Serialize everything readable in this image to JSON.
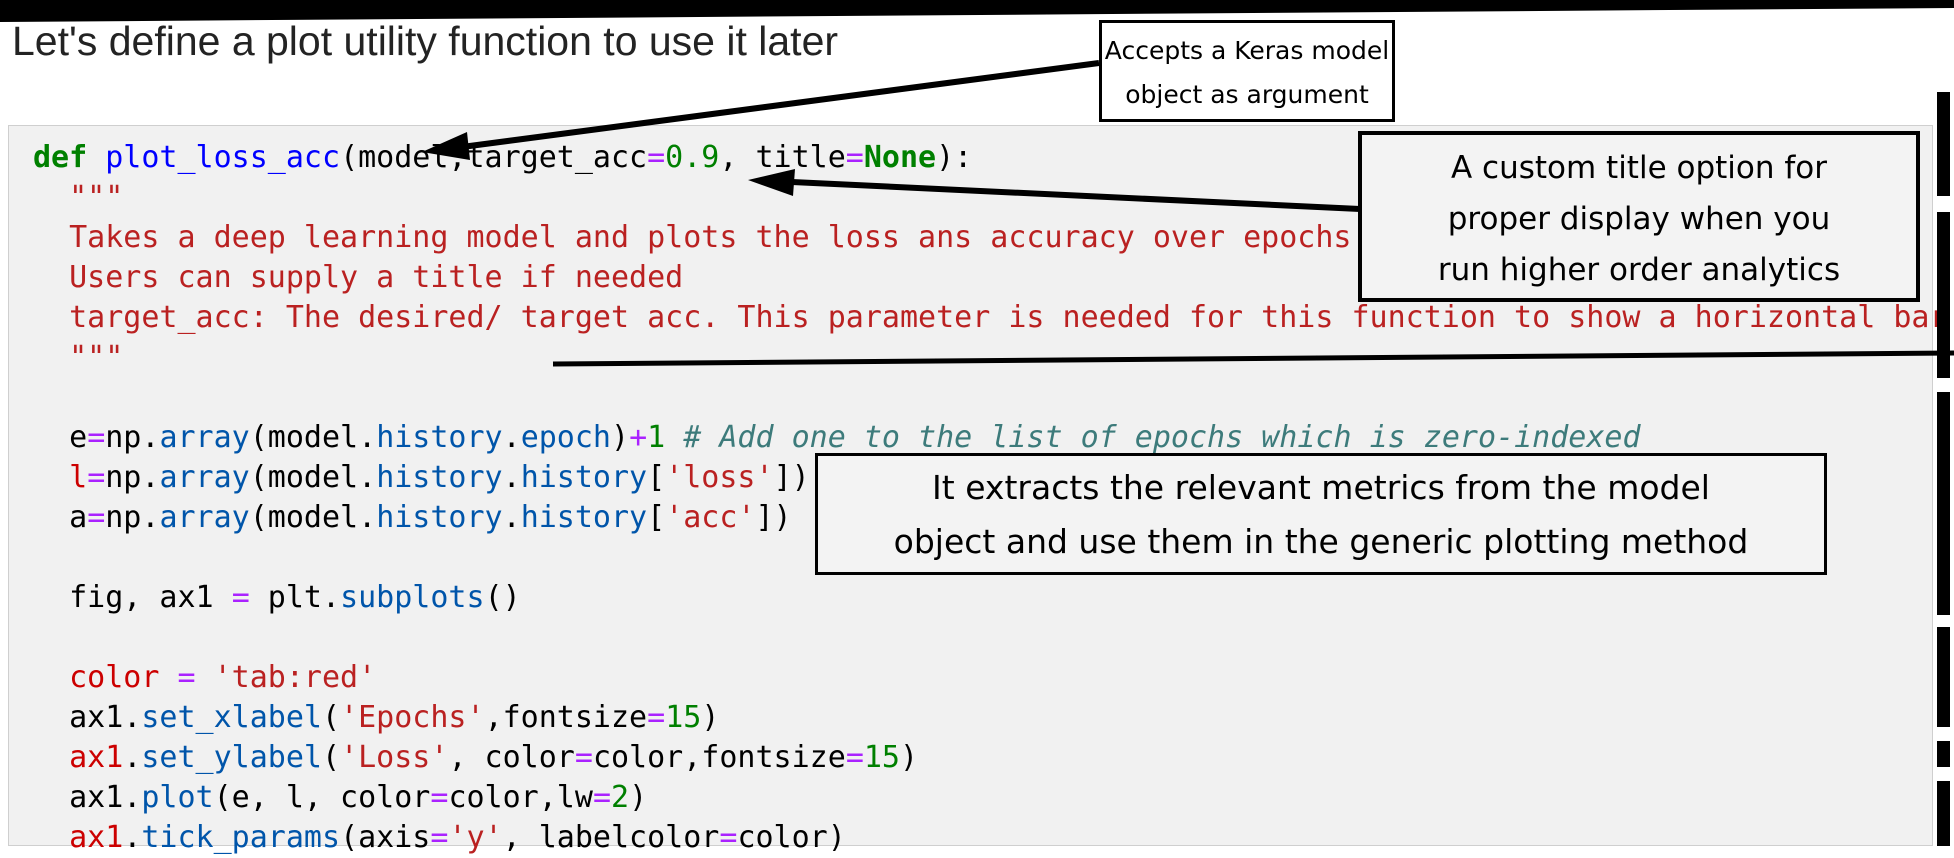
{
  "title": "Let's define a plot utility function to use it later",
  "annotations": {
    "box1": {
      "lines": [
        "Accepts a Keras model",
        "object as argument"
      ]
    },
    "box2": {
      "lines": [
        "A custom title option for",
        "proper display when you",
        "run higher order analytics"
      ]
    },
    "box3": {
      "lines": [
        "It extracts the relevant metrics from the model",
        "object and use them in the generic plotting method"
      ]
    }
  },
  "code": {
    "lines": [
      [
        [
          "kw",
          "def"
        ],
        [
          "p",
          " "
        ],
        [
          "def",
          "plot_loss_acc"
        ],
        [
          "p",
          "(model,target_acc"
        ],
        [
          "op",
          "="
        ],
        [
          "num",
          "0.9"
        ],
        [
          "p",
          ", title"
        ],
        [
          "op",
          "="
        ],
        [
          "kw",
          "None"
        ],
        [
          "p",
          "):"
        ]
      ],
      [
        [
          "str",
          "  \"\"\""
        ]
      ],
      [
        [
          "str",
          "  Takes a deep learning model and plots the loss ans accuracy over epochs"
        ]
      ],
      [
        [
          "str",
          "  Users can supply a title if needed"
        ]
      ],
      [
        [
          "str",
          "  target_acc: The desired/ target acc. This parameter is needed for this function to show a horizontal bar"
        ]
      ],
      [
        [
          "str",
          "  \"\"\""
        ]
      ],
      [],
      [
        [
          "p",
          "  e"
        ],
        [
          "op",
          "="
        ],
        [
          "p",
          "np."
        ],
        [
          "prop",
          "array"
        ],
        [
          "p",
          "(model."
        ],
        [
          "prop",
          "history"
        ],
        [
          "p",
          "."
        ],
        [
          "prop",
          "epoch"
        ],
        [
          "p",
          ")"
        ],
        [
          "op",
          "+"
        ],
        [
          "num",
          "1"
        ],
        [
          "p",
          " "
        ],
        [
          "com",
          "# Add one to the list of epochs which is zero-indexed"
        ]
      ],
      [
        [
          "p",
          "  "
        ],
        [
          "red",
          "l"
        ],
        [
          "op",
          "="
        ],
        [
          "p",
          "np."
        ],
        [
          "prop",
          "array"
        ],
        [
          "p",
          "(model."
        ],
        [
          "prop",
          "history"
        ],
        [
          "p",
          "."
        ],
        [
          "prop",
          "history"
        ],
        [
          "p",
          "["
        ],
        [
          "str",
          "'loss'"
        ],
        [
          "p",
          "])"
        ]
      ],
      [
        [
          "p",
          "  a"
        ],
        [
          "op",
          "="
        ],
        [
          "p",
          "np."
        ],
        [
          "prop",
          "array"
        ],
        [
          "p",
          "(model."
        ],
        [
          "prop",
          "history"
        ],
        [
          "p",
          "."
        ],
        [
          "prop",
          "history"
        ],
        [
          "p",
          "["
        ],
        [
          "str",
          "'acc'"
        ],
        [
          "p",
          "])"
        ]
      ],
      [],
      [
        [
          "p",
          "  fig, ax1 "
        ],
        [
          "op",
          "="
        ],
        [
          "p",
          " plt."
        ],
        [
          "prop",
          "subplots"
        ],
        [
          "p",
          "()"
        ]
      ],
      [],
      [
        [
          "p",
          "  "
        ],
        [
          "red",
          "color"
        ],
        [
          "p",
          " "
        ],
        [
          "op",
          "="
        ],
        [
          "p",
          " "
        ],
        [
          "str",
          "'tab:red'"
        ]
      ],
      [
        [
          "p",
          "  ax1."
        ],
        [
          "prop",
          "set_xlabel"
        ],
        [
          "p",
          "("
        ],
        [
          "str",
          "'Epochs'"
        ],
        [
          "p",
          ",fontsize"
        ],
        [
          "op",
          "="
        ],
        [
          "num",
          "15"
        ],
        [
          "p",
          ")"
        ]
      ],
      [
        [
          "p",
          "  "
        ],
        [
          "red",
          "ax1"
        ],
        [
          "p",
          "."
        ],
        [
          "prop",
          "set_ylabel"
        ],
        [
          "p",
          "("
        ],
        [
          "str",
          "'Loss'"
        ],
        [
          "p",
          ", color"
        ],
        [
          "op",
          "="
        ],
        [
          "p",
          "color,fontsize"
        ],
        [
          "op",
          "="
        ],
        [
          "num",
          "15"
        ],
        [
          "p",
          ")"
        ]
      ],
      [
        [
          "p",
          "  ax1."
        ],
        [
          "prop",
          "plot"
        ],
        [
          "p",
          "(e, l, color"
        ],
        [
          "op",
          "="
        ],
        [
          "p",
          "color,lw"
        ],
        [
          "op",
          "="
        ],
        [
          "num",
          "2"
        ],
        [
          "p",
          ")"
        ]
      ],
      [
        [
          "p",
          "  "
        ],
        [
          "red",
          "ax1"
        ],
        [
          "p",
          "."
        ],
        [
          "prop",
          "tick_params"
        ],
        [
          "p",
          "(axis"
        ],
        [
          "op",
          "="
        ],
        [
          "str",
          "'y'"
        ],
        [
          "p",
          ", labelcolor"
        ],
        [
          "op",
          "="
        ],
        [
          "p",
          "color)"
        ]
      ]
    ]
  }
}
